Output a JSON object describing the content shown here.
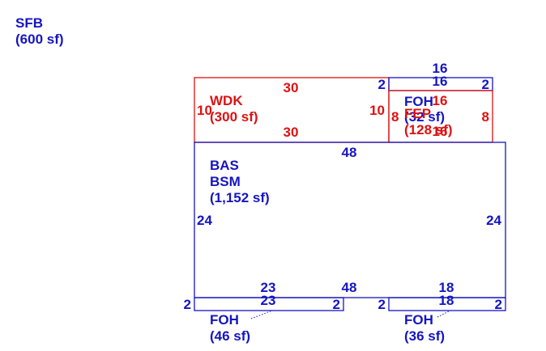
{
  "colors": {
    "blue": "#1515c0",
    "red": "#dd1111",
    "background": "#ffffff"
  },
  "summary": {
    "code": "SFB",
    "area": "(600 sf)"
  },
  "areas": {
    "wdk": {
      "code": "WDK",
      "area": "(300 sf)",
      "dims": {
        "top": "30",
        "bottom": "30",
        "left": "10",
        "right": "10",
        "corner": "2"
      }
    },
    "foh_top": {
      "code": "FOH",
      "area": "(32 sf)",
      "dims": {
        "top_outer": "16",
        "top_inner": "16",
        "right": "2"
      }
    },
    "fep": {
      "code": "FEP",
      "area": "(128 sf)",
      "dims": {
        "top": "16",
        "bottom": "16",
        "left": "8",
        "right": "8"
      }
    },
    "bas": {
      "code_1": "BAS",
      "code_2": "BSM",
      "area": "(1,152 sf)",
      "dims": {
        "top": "48",
        "bottom": "48",
        "left": "24",
        "right": "24"
      }
    },
    "foh_left": {
      "code": "FOH",
      "area": "(46 sf)",
      "dims": {
        "top_outer": "23",
        "top_inner": "23",
        "left": "2",
        "right": "2"
      }
    },
    "foh_right": {
      "code": "FOH",
      "area": "(36 sf)",
      "dims": {
        "top_outer": "18",
        "top_inner": "18",
        "left": "2",
        "right": "2"
      }
    }
  }
}
